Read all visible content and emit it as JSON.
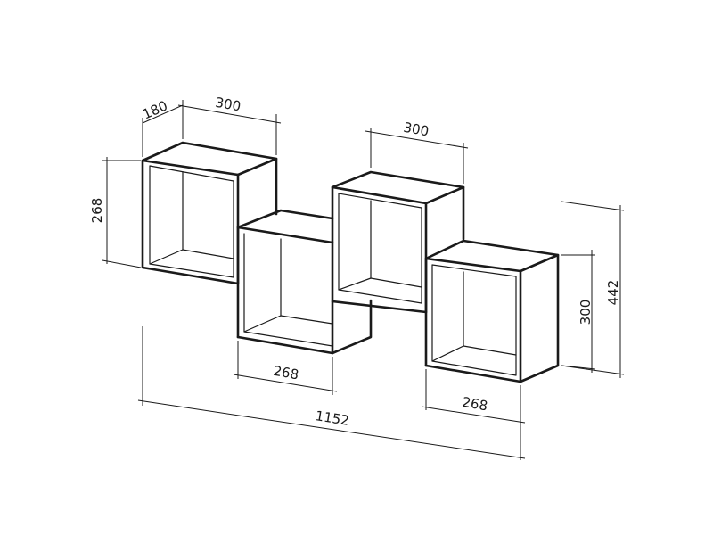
{
  "diagram": {
    "dimensions": {
      "depth": "180",
      "top_width_left": "300",
      "top_width_center": "300",
      "height_left": "268",
      "bottom_width_center": "268",
      "bottom_width_right": "268",
      "height_right_box": "300",
      "height_total": "442",
      "overall_width": "1152"
    }
  }
}
